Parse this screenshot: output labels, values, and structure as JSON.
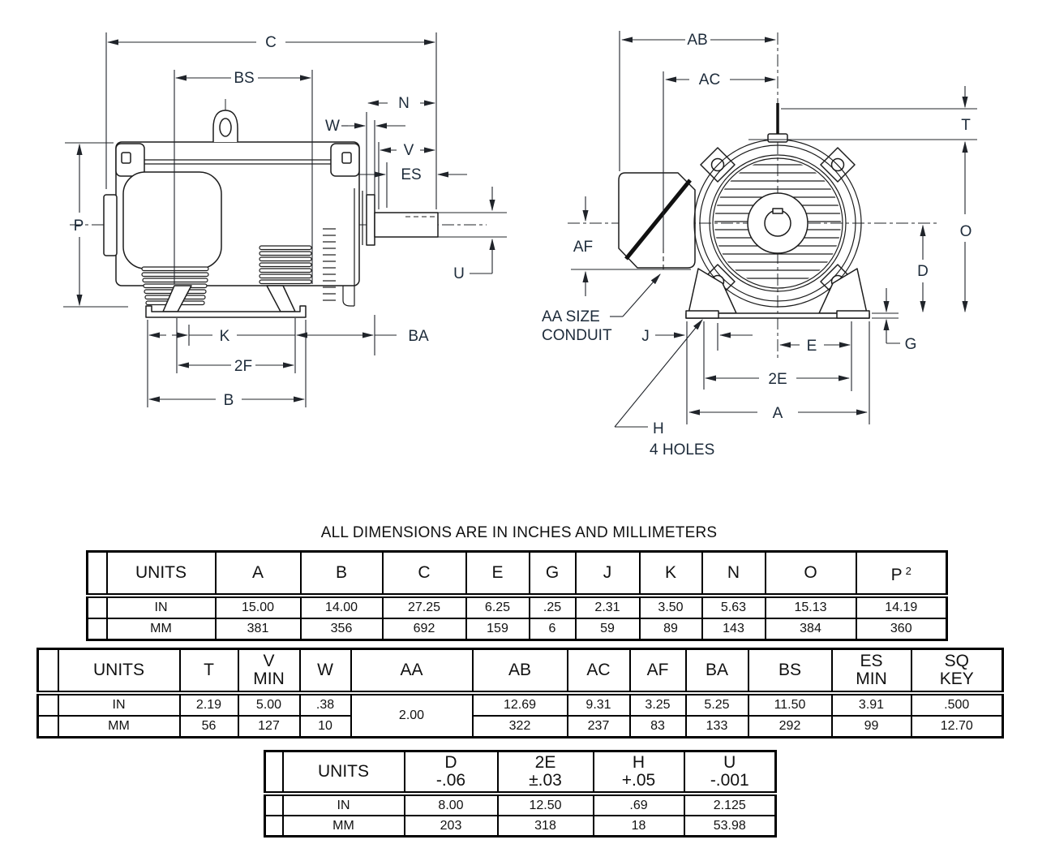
{
  "note": "ALL DIMENSIONS ARE IN INCHES AND MILLIMETERS",
  "drawing": {
    "side": {
      "C": "C",
      "BS": "BS",
      "N": "N",
      "W": "W",
      "V": "V",
      "ES": "ES",
      "P": "P",
      "U": "U",
      "K": "K",
      "2F": "2F",
      "B": "B",
      "BA": "BA"
    },
    "front": {
      "AB": "AB",
      "AC": "AC",
      "T": "T",
      "O": "O",
      "D": "D",
      "G": "G",
      "AF": "AF",
      "J": "J",
      "E": "E",
      "2E": "2E",
      "A": "A",
      "H": "H",
      "aa_size": "AA SIZE",
      "conduit": "CONDUIT",
      "four_holes": "4 HOLES"
    }
  },
  "tables": {
    "t1": {
      "headers": [
        "UNITS",
        "A",
        "B",
        "C",
        "E",
        "G",
        "J",
        "K",
        "N",
        "O"
      ],
      "p_label": "P",
      "p_sup": "2",
      "in_label": "IN",
      "mm_label": "MM",
      "in": [
        "15.00",
        "14.00",
        "27.25",
        "6.25",
        ".25",
        "2.31",
        "3.50",
        "5.63",
        "15.13",
        "14.19"
      ],
      "mm": [
        "381",
        "356",
        "692",
        "159",
        "6",
        "59",
        "89",
        "143",
        "384",
        "360"
      ]
    },
    "t2": {
      "headers": [
        {
          "l1": "UNITS",
          "l2": ""
        },
        {
          "l1": "T",
          "l2": ""
        },
        {
          "l1": "V",
          "l2": "MIN"
        },
        {
          "l1": "W",
          "l2": ""
        },
        {
          "l1": "AA",
          "l2": ""
        },
        {
          "l1": "AB",
          "l2": ""
        },
        {
          "l1": "AC",
          "l2": ""
        },
        {
          "l1": "AF",
          "l2": ""
        },
        {
          "l1": "BA",
          "l2": ""
        },
        {
          "l1": "BS",
          "l2": ""
        },
        {
          "l1": "ES",
          "l2": "MIN"
        },
        {
          "l1": "SQ",
          "l2": "KEY"
        }
      ],
      "in_label": "IN",
      "mm_label": "MM",
      "aa_value": "2.00",
      "in": [
        "2.19",
        "5.00",
        ".38",
        "12.69",
        "9.31",
        "3.25",
        "5.25",
        "11.50",
        "3.91",
        ".500"
      ],
      "mm": [
        "56",
        "127",
        "10",
        "322",
        "237",
        "83",
        "133",
        "292",
        "99",
        "12.70"
      ]
    },
    "t3": {
      "headers": [
        {
          "l1": "UNITS",
          "l2": ""
        },
        {
          "l1": "D",
          "l2": "-.06"
        },
        {
          "l1": "2E",
          "l2": "±.03"
        },
        {
          "l1": "H",
          "l2": "+.05"
        },
        {
          "l1": "U",
          "l2": "-.001"
        }
      ],
      "in_label": "IN",
      "mm_label": "MM",
      "in": [
        "8.00",
        "12.50",
        ".69",
        "2.125"
      ],
      "mm": [
        "203",
        "318",
        "18",
        "53.98"
      ]
    }
  }
}
